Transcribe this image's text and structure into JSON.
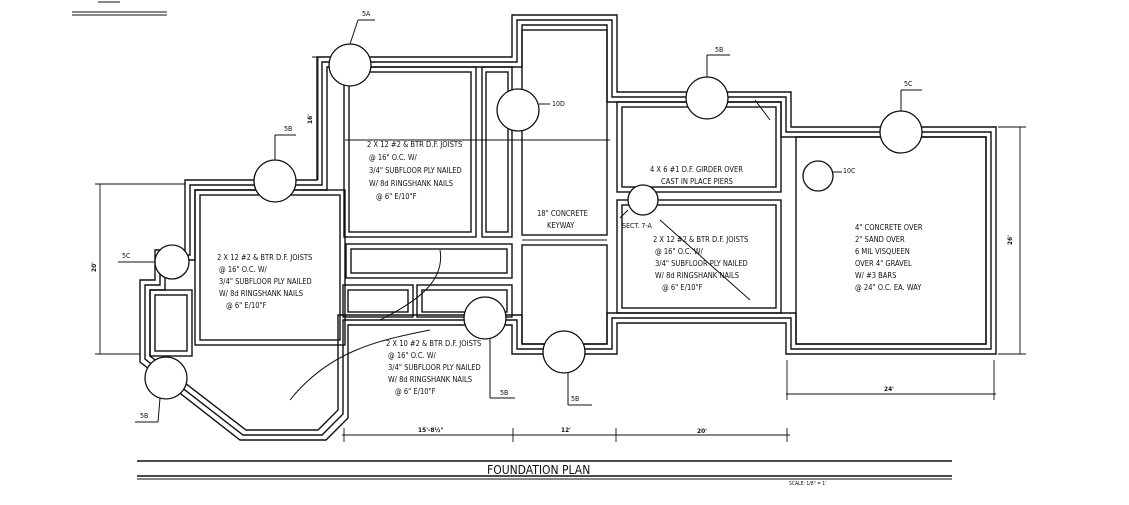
{
  "title": "FOUNDATION PLAN",
  "scale_label": "SCALE: 1/8\" = 1'",
  "bubbles": [
    "5A",
    "5B",
    "5B",
    "5C",
    "5B",
    "5B",
    "5B",
    "5C",
    "10D",
    "10C"
  ],
  "section_tag": "SECT. 7-A",
  "notes": {
    "joists_upper_left": [
      "2 X 12 #2 & BTR D.F. JOISTS",
      "@ 16\" O.C. W/",
      "3/4\" SUBFLOOR PLY NAILED",
      "W/ 8d RINGSHANK NAILS",
      "@ 6\" E/10\"F"
    ],
    "joists_left": [
      "2 X 12 #2 & BTR D.F. JOISTS",
      "@ 16\" O.C. W/",
      "3/4\" SUBFLOOR PLY NAILED",
      "W/ 8d RINGSHANK NAILS",
      "@ 6\" E/10\"F"
    ],
    "joists_center_bottom": [
      "2 X 10 #2 & BTR D.F. JOISTS",
      "@ 16\" O.C. W/",
      "3/4\" SUBFLOOR PLY NAILED",
      "W/ 8d RINGSHANK NAILS",
      "@ 6\" E/10\"F"
    ],
    "joists_right": [
      "2 X 12 #2 & BTR D.F. JOISTS",
      "@ 16\" O.C. W/",
      "3/4\" SUBFLOOR PLY NAILED",
      "W/ 8d RINGSHANK NAILS",
      "@ 6\" E/10\"F"
    ],
    "keyway": [
      "18\" CONCRETE",
      "KEYWAY"
    ],
    "girder": [
      "4 X 6 #1 D.F. GIRDER OVER",
      "CAST IN PLACE PIERS"
    ],
    "slab": [
      "4\" CONCRETE OVER",
      "2\" SAND OVER",
      "6 MIL VISQUEEN",
      "OVER 4\" GRAVEL",
      "W/ #3 BARS",
      "@ 24\" O.C. EA. WAY"
    ]
  },
  "dimensions": {
    "d_15": "15'-8½\"",
    "d_12": "12'",
    "d_20": "20'",
    "d_24": "24'",
    "d_26": "26'",
    "d_16": "16'",
    "d_20v": "20'"
  },
  "colors": {
    "line": "#111111",
    "paper": "#ffffff"
  }
}
